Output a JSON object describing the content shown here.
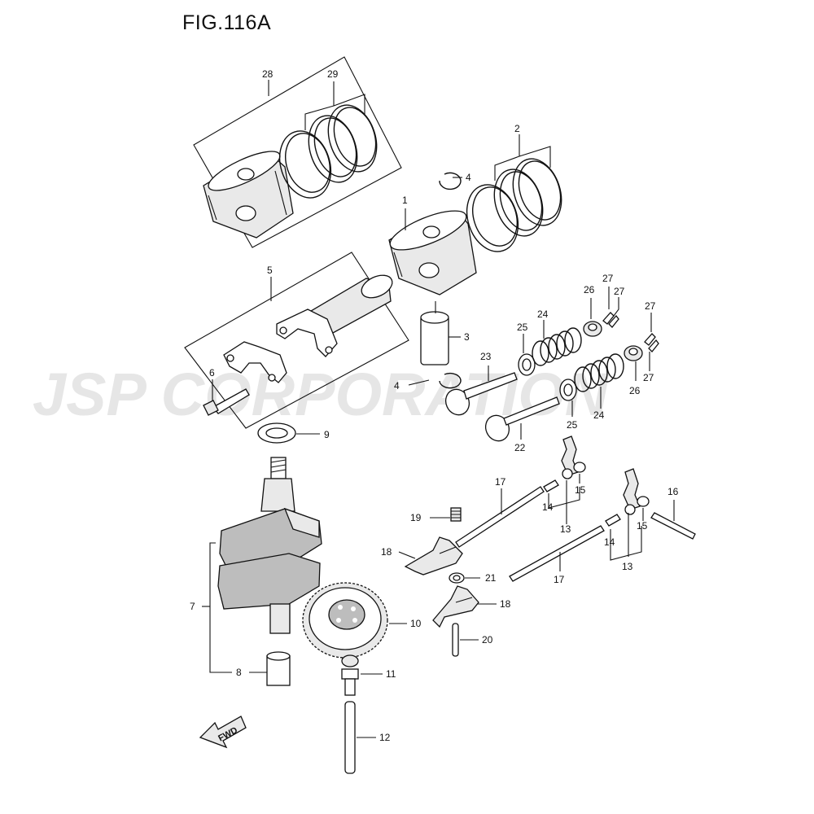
{
  "figure": {
    "title": "FIG.116A"
  },
  "watermark": {
    "text": "JSP CORPORATION"
  },
  "fwd_badge": {
    "text": "FWD"
  },
  "callouts": {
    "c1": "1",
    "c2": "2",
    "c3": "3",
    "c4a": "4",
    "c4b": "4",
    "c5": "5",
    "c6": "6",
    "c7": "7",
    "c8": "8",
    "c9": "9",
    "c10": "10",
    "c11": "11",
    "c12": "12",
    "c13a": "13",
    "c13b": "13",
    "c14a": "14",
    "c14b": "14",
    "c15a": "15",
    "c15b": "15",
    "c16": "16",
    "c17a": "17",
    "c17b": "17",
    "c18a": "18",
    "c18b": "18",
    "c19": "19",
    "c20": "20",
    "c21": "21",
    "c22": "22",
    "c23": "23",
    "c24a": "24",
    "c24b": "24",
    "c25a": "25",
    "c25b": "25",
    "c26a": "26",
    "c26b": "26",
    "c27a": "27",
    "c27b": "27",
    "c27c": "27",
    "c27d": "27",
    "c28": "28",
    "c29": "29"
  }
}
